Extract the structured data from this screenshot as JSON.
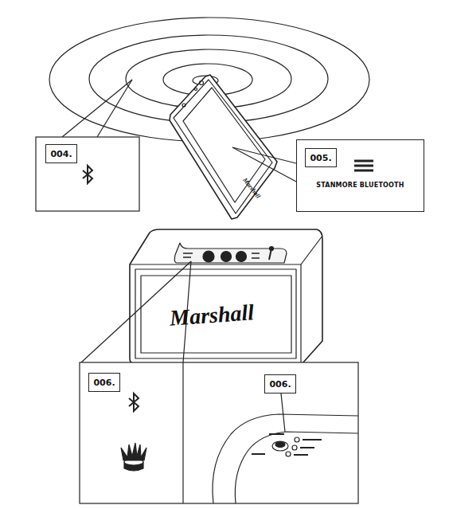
{
  "diagram": {
    "nodes": [
      {
        "text": [
          "004."
        ]
      },
      {
        "text": [
          "STANMORE BLUETOOTH"
        ]
      },
      {
        "text": [
          "005."
        ],
        "in": 1
      },
      {
        "text": [
          "006."
        ]
      },
      {
        "text": [
          "006."
        ]
      }
    ],
    "labels": [
      "Marshall",
      "Marshall"
    ]
  }
}
